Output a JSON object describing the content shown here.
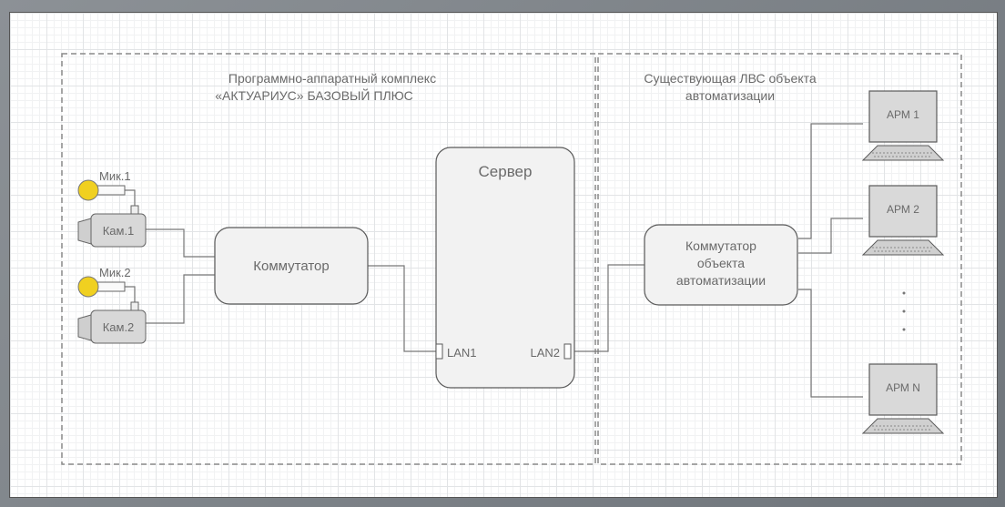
{
  "diagram": {
    "left_zone": {
      "title_line1": "Программно-аппаратный комплекс",
      "title_line2": "«АКТУАРИУС» БАЗОВЫЙ ПЛЮС"
    },
    "right_zone": {
      "title_line1": "Существующая ЛВС объекта",
      "title_line2": "автоматизации"
    },
    "mics": [
      {
        "label": "Мик.1"
      },
      {
        "label": "Мик.2"
      }
    ],
    "cameras": [
      {
        "label": "Кам.1"
      },
      {
        "label": "Кам.2"
      }
    ],
    "switch_label": "Коммутатор",
    "server": {
      "title": "Сервер",
      "port1": "LAN1",
      "port2": "LAN2"
    },
    "object_switch": {
      "line1": "Коммутатор",
      "line2": "объекта",
      "line3": "автоматизации"
    },
    "workstations": [
      {
        "label": "АРМ 1"
      },
      {
        "label": "АРМ 2"
      },
      {
        "label": "АРМ N"
      }
    ],
    "ellipsis": ":",
    "colors": {
      "box_fill": "#f2f2f2",
      "box_stroke": "#5a5a5a",
      "mic_fill": "#f0d020",
      "camera_fill": "#d8d8d8",
      "monitor_fill": "#d9d9d9",
      "dash_stroke": "#8a8a8a"
    }
  }
}
